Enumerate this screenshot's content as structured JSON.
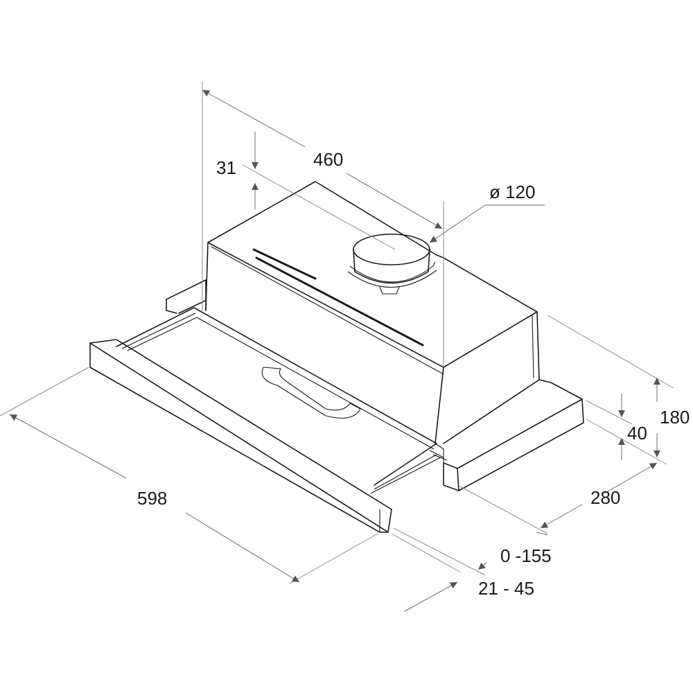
{
  "dimensions": {
    "width": "598",
    "depth": "460",
    "duct_diameter": "ø 120",
    "duct_offset": "31",
    "height": "180",
    "front_panel_height": "40",
    "body_depth": "280",
    "extension": "0 -155",
    "panel_thickness": "21 - 45"
  }
}
